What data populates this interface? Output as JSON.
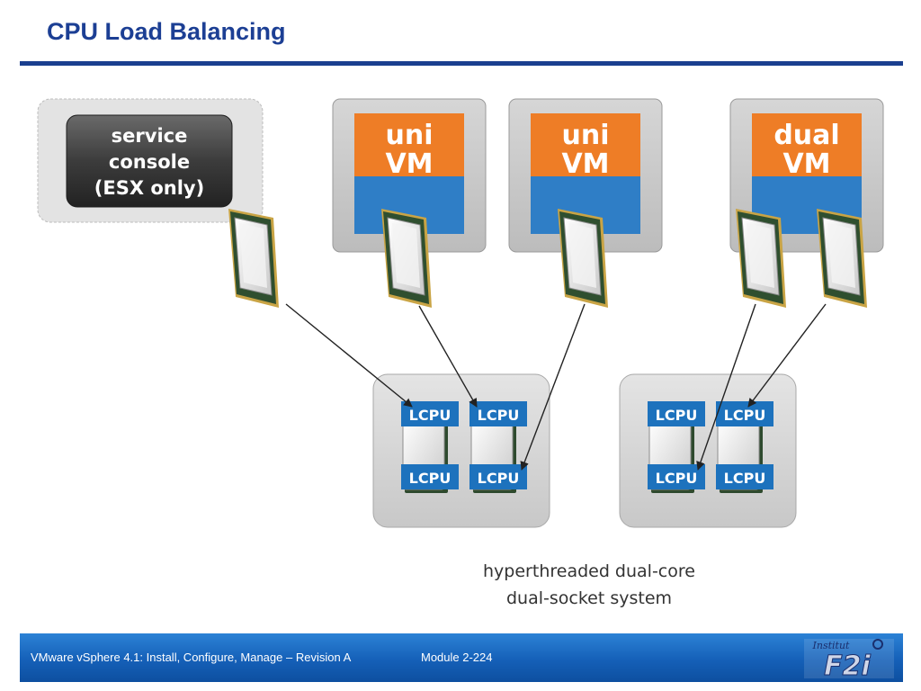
{
  "slide": {
    "title": "CPU Load Balancing"
  },
  "diagram": {
    "service_console": {
      "line1": "service",
      "line2": "console",
      "line3": "(ESX only)"
    },
    "vms": [
      {
        "line1": "uni",
        "line2": "VM"
      },
      {
        "line1": "uni",
        "line2": "VM"
      },
      {
        "line1": "dual",
        "line2": "VM"
      }
    ],
    "lcpu_label": "LCPU",
    "caption_line1": "hyperthreaded dual-core",
    "caption_line2": "dual-socket system",
    "colors": {
      "vm_orange": "#ee7d26",
      "vm_blue": "#2f7ec6",
      "lcpu_blue": "#1d72bd",
      "console_dark": "#3a3a3a",
      "host_gray": "#d8d8d8"
    }
  },
  "footer": {
    "course": "VMware vSphere 4.1: Install, Configure, Manage – Revision A",
    "module": "Module 2-224",
    "logo_word": "Institut",
    "logo_mark": "F2i"
  }
}
